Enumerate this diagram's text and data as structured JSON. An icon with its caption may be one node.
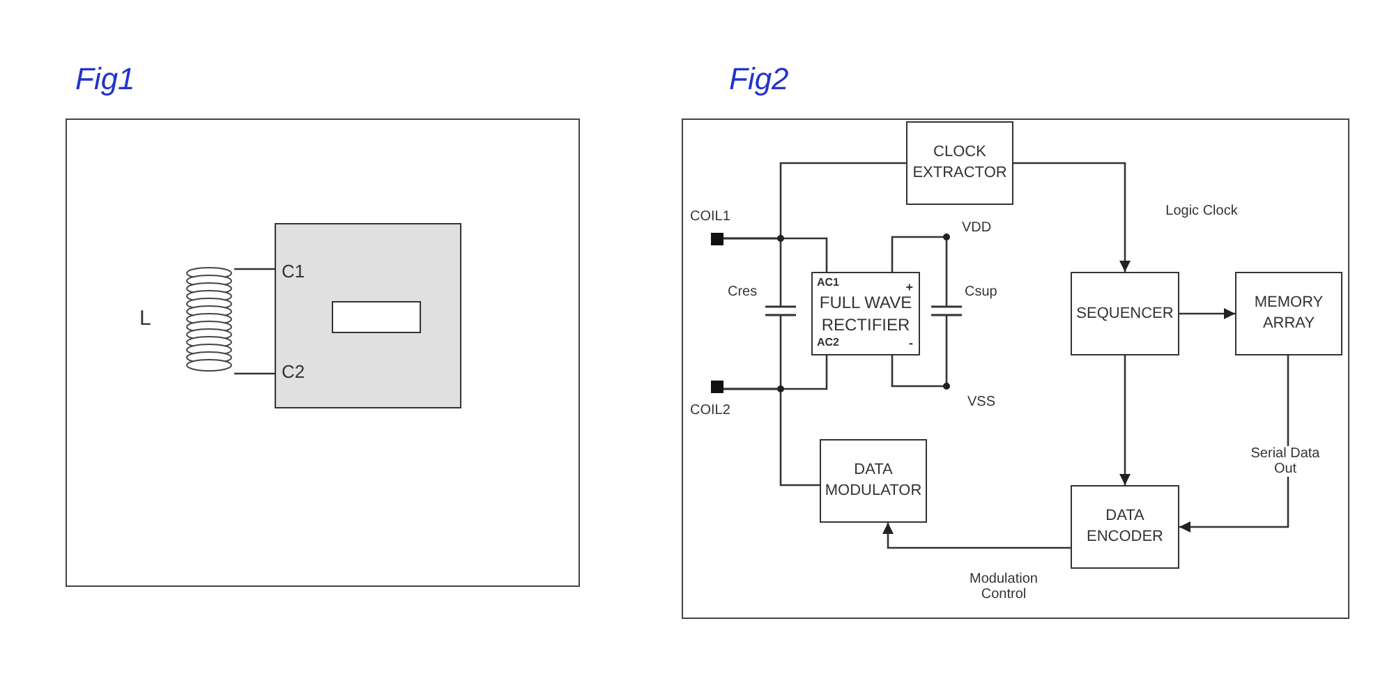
{
  "diagram": {
    "nodes": [
      {
        "text": [
          "C1",
          "C2"
        ]
      },
      {
        "text": [],
        "shape": "box",
        "in": 0
      },
      {
        "text": [],
        "shape": "coil",
        "beside": [
          "L"
        ]
      },
      {
        "text": [
          "CLOCK EXTRACTOR"
        ]
      },
      {
        "text": [
          "AC1",
          "+",
          "FULL WAVE RECTIFIER",
          "AC2",
          "-"
        ]
      },
      {
        "text": [
          "SEQUENCER"
        ]
      },
      {
        "text": [
          "MEMORY ARRAY"
        ]
      },
      {
        "text": [
          "DATA MODULATOR"
        ]
      },
      {
        "text": [
          "DATA ENCODER"
        ]
      },
      {
        "text": [
          "COIL1"
        ]
      },
      {
        "text": [
          "COIL2"
        ]
      },
      {
        "text": [
          "Cres"
        ]
      },
      {
        "text": [
          "Csup"
        ]
      }
    ],
    "edges": [
      {
        "from": 2,
        "to": 0,
        "arrow": "none"
      },
      {
        "from": 2,
        "to": 0,
        "arrow": "none"
      },
      {
        "from": 9,
        "to": 3,
        "arrow": "none"
      },
      {
        "from": 9,
        "to": 4,
        "arrow": "none"
      },
      {
        "from": 9,
        "to": 11,
        "arrow": "none"
      },
      {
        "from": 11,
        "to": 10,
        "arrow": "none"
      },
      {
        "from": 10,
        "to": 4,
        "arrow": "none"
      },
      {
        "from": 10,
        "to": 7,
        "arrow": "none"
      },
      {
        "from": 4,
        "to": 12,
        "arrow": "none"
      },
      {
        "from": 4,
        "to": 12,
        "arrow": "none"
      },
      {
        "from": 3,
        "to": 5,
        "arrow": "to",
        "label": "Logic Clock"
      },
      {
        "from": 5,
        "to": 6,
        "arrow": "to"
      },
      {
        "from": 5,
        "to": 8,
        "arrow": "to"
      },
      {
        "from": 6,
        "to": 8,
        "arrow": "to",
        "label": "Serial Data Out"
      },
      {
        "from": 8,
        "to": 7,
        "arrow": "to",
        "label": "Modulation Control"
      }
    ],
    "labels": [
      "Fig1",
      "Fig2",
      "VDD",
      "VSS"
    ]
  }
}
